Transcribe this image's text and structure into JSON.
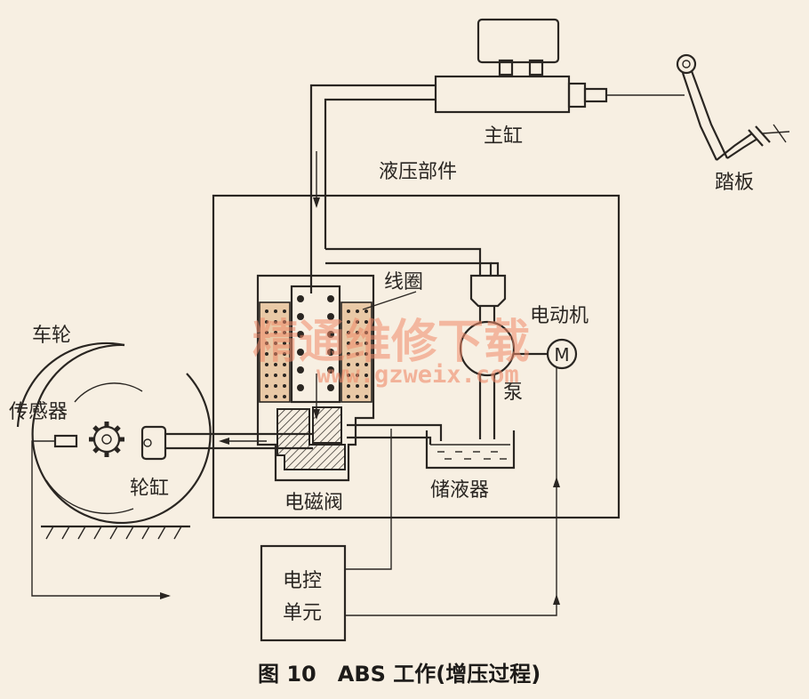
{
  "labels": {
    "master_cylinder": "主缸",
    "pedal": "踏板",
    "hydraulic_unit": "液压部件",
    "coil": "线圈",
    "motor": "电动机",
    "motor_symbol": "M",
    "pump": "泵",
    "wheel": "车轮",
    "sensor": "传感器",
    "wheel_cylinder": "轮缸",
    "solenoid_valve": "电磁阀",
    "reservoir": "储液器",
    "ecu_line1": "电控",
    "ecu_line2": "单元"
  },
  "caption": "图 10　ABS 工作(增压过程)",
  "watermark": {
    "line1": "精通维修下载",
    "line2": "www.gzweix.com"
  }
}
